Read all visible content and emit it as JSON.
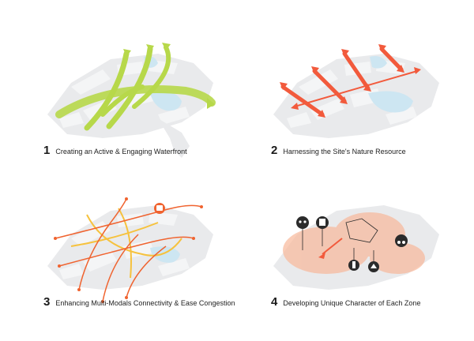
{
  "panels": [
    {
      "number": "1",
      "caption": "Creating an Active & Engaging Waterfront",
      "accent": "#b7d84a"
    },
    {
      "number": "2",
      "caption": "Harnessing the Site's Nature Resource",
      "accent": "#f25a3c"
    },
    {
      "number": "3",
      "caption": "Enhancing Multi-Modals Connectivity & Ease Congestion",
      "accent": "#f0632f"
    },
    {
      "number": "4",
      "caption": "Developing Unique Character of Each Zone",
      "accent": "#f6a37f"
    }
  ],
  "colors": {
    "land": "#e9eaec",
    "block": "#f4f5f6",
    "water": "#cde6f2",
    "lime": "#b7d84a",
    "red": "#f25a3c",
    "orange": "#f0632f",
    "yellow": "#f6c23e",
    "zone": "#f8b89a",
    "icon_dark": "#2b2b2b"
  },
  "icons": [
    "people-group-icon",
    "building-icon",
    "cyclist-icon",
    "tower-icon",
    "house-icon",
    "bus-icon"
  ]
}
